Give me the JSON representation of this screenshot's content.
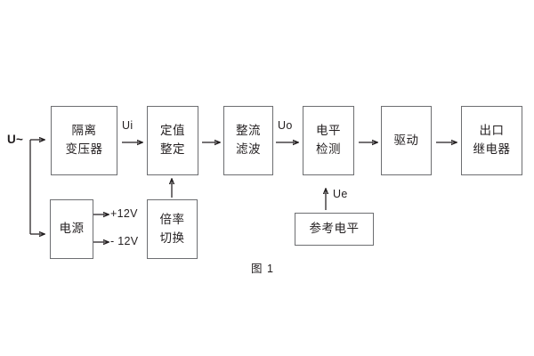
{
  "figure": {
    "caption": "图 1",
    "input_label": "U~",
    "signal_labels": {
      "ui": "Ui",
      "uo": "Uo",
      "ue": "Ue"
    },
    "supply_labels": {
      "positive": "+12V",
      "negative": "- 12V"
    },
    "blocks": [
      {
        "id": "isolation-transformer",
        "line1": "隔离",
        "line2": "变压器"
      },
      {
        "id": "setting-value",
        "line1": "定值",
        "line2": "整定"
      },
      {
        "id": "rectify-filter",
        "line1": "整流",
        "line2": "滤波"
      },
      {
        "id": "level-detect",
        "line1": "电平",
        "line2": "检测"
      },
      {
        "id": "drive",
        "line1": "驱动",
        "line2": ""
      },
      {
        "id": "output-relay",
        "line1": "出口",
        "line2": "继电器"
      },
      {
        "id": "power-supply",
        "line1": "电源",
        "line2": ""
      },
      {
        "id": "multiplier-switch",
        "line1": "倍率",
        "line2": "切换"
      },
      {
        "id": "reference-level",
        "line1": "参考电平",
        "line2": ""
      }
    ],
    "colors": {
      "box_border": "#6d6e71",
      "wire": "#231f20",
      "text": "#231f20",
      "background": "#ffffff"
    }
  }
}
